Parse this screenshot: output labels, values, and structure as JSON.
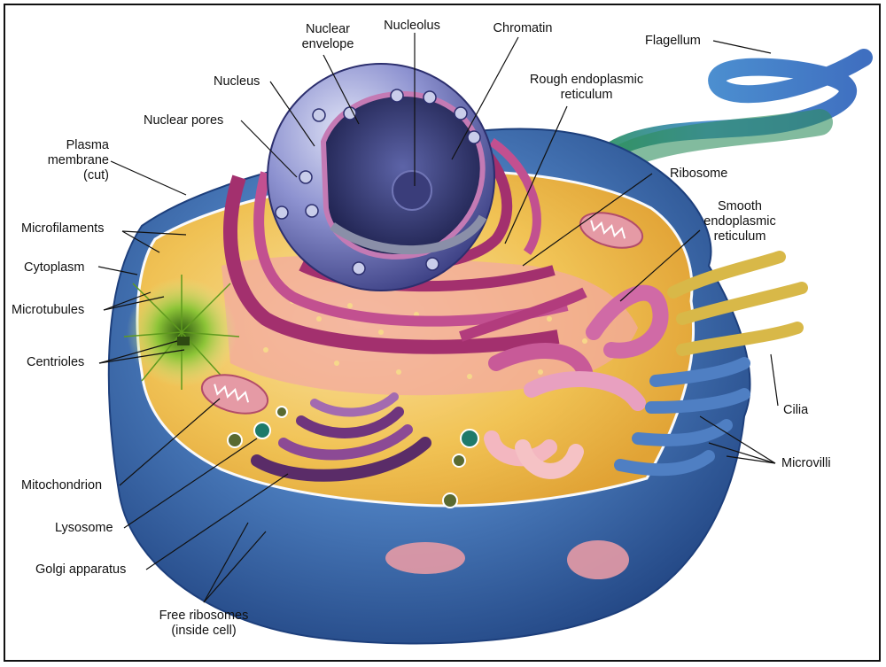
{
  "labels": {
    "nuclear_envelope": [
      "Nuclear",
      "envelope"
    ],
    "nucleolus": "Nucleolus",
    "chromatin": "Chromatin",
    "flagellum": "Flagellum",
    "nucleus": "Nucleus",
    "rough_er": [
      "Rough endoplasmic",
      "reticulum"
    ],
    "nuclear_pores": "Nuclear pores",
    "plasma_membrane": [
      "Plasma",
      "membrane",
      "(cut)"
    ],
    "ribosome": "Ribosome",
    "smooth_er": [
      "Smooth",
      "endoplasmic",
      "reticulum"
    ],
    "microfilaments": "Microfilaments",
    "cytoplasm": "Cytoplasm",
    "microtubules": "Microtubules",
    "centrioles": "Centrioles",
    "cilia": "Cilia",
    "microvilli": "Microvilli",
    "mitochondrion": "Mitochondrion",
    "lysosome": "Lysosome",
    "golgi_apparatus": "Golgi apparatus",
    "free_ribosomes": [
      "Free ribosomes",
      "(inside cell)"
    ]
  },
  "colors": {
    "cell_blue": "#3d6fb0",
    "cytoplasm_yellow": "#f3c24a",
    "nucleus_violet": "#7b7fc4",
    "er_magenta": "#a3306e",
    "centriole_green": "#7fb42a"
  }
}
